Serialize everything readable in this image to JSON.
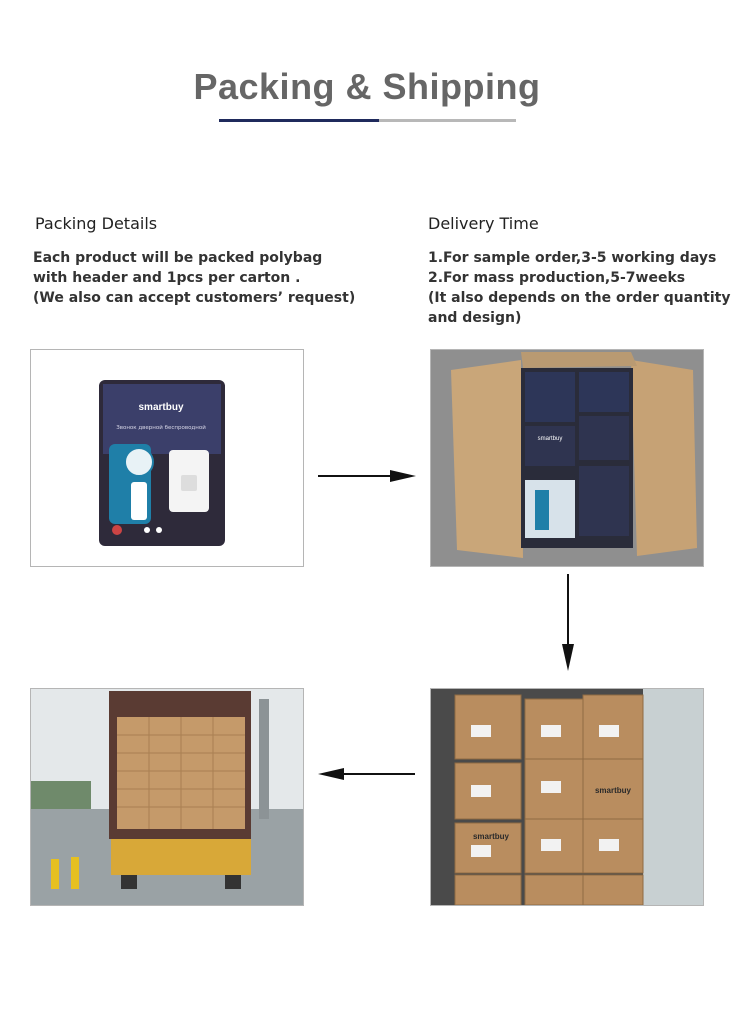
{
  "title": "Packing & Shipping",
  "packing": {
    "heading": "Packing Details",
    "lines": [
      "Each product will be packed polybag",
      "with header and 1pcs per carton .",
      "(We also can accept customers’ request)"
    ]
  },
  "delivery": {
    "heading": "Delivery Time",
    "lines": [
      "1.For sample order,3-5 working days",
      "2.For mass production,5-7weeks",
      "(It also depends on the order quantity",
      "and design)"
    ]
  },
  "product_photo": {
    "brand": "smartbuy",
    "subtitle": "Звонок дверной беспроводной"
  },
  "box_photo": {
    "brand": "smartbuy"
  },
  "carton_photo": {
    "brand_1": "smartbuy",
    "brand_2": "smartbuy"
  }
}
